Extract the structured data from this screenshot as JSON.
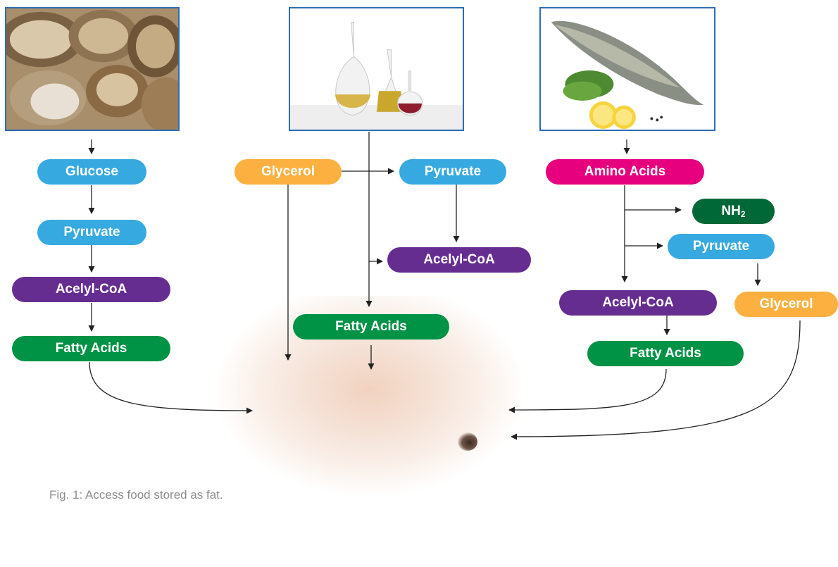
{
  "left_column": {
    "glucose": "Glucose",
    "pyruvate": "Pyruvate",
    "acetyl_coa": "Acelyl-CoA",
    "fatty_acids": "Fatty Acids"
  },
  "middle_column": {
    "glycerol": "Glycerol",
    "pyruvate": "Pyruvate",
    "acetyl_coa": "Acelyl-CoA",
    "fatty_acids": "Fatty Acids"
  },
  "right_column": {
    "amino_acids": "Amino Acids",
    "nh2_base": "NH",
    "nh2_sub": "2",
    "pyruvate": "Pyruvate",
    "acetyl_coa": "Acelyl-CoA",
    "glycerol": "Glycerol",
    "fatty_acids": "Fatty Acids"
  },
  "caption": "Fig. 1: Access food stored as fat.",
  "colors": {
    "blue": "#36a9e1",
    "purple": "#662d91",
    "green": "#009245",
    "orange": "#fbb040",
    "magenta": "#e6007e",
    "dark_green": "#006837",
    "photo_border": "#2e6db4"
  }
}
